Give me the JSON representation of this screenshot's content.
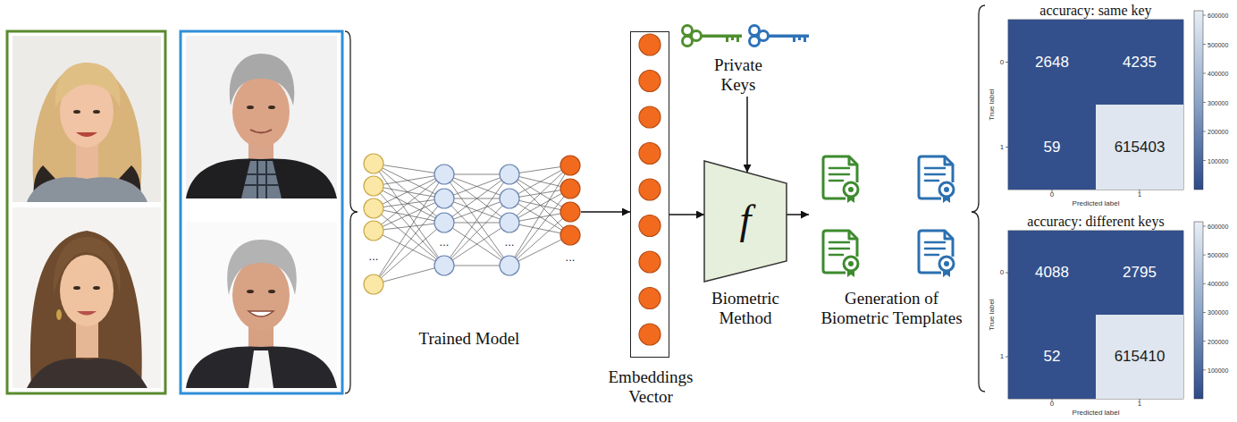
{
  "diagram": {
    "nodes": [
      {
        "text": [
          "Trained Model"
        ]
      },
      {
        "text": [
          "Embeddings Vector"
        ]
      },
      {
        "text": [
          "Private Keys"
        ]
      },
      {
        "text": [
          "f",
          "Biometric Method"
        ]
      },
      {
        "text": [
          "Generation of Biometric Templates"
        ]
      },
      {
        "text": [
          "accuracy: same key"
        ]
      },
      {
        "text": [
          "2648"
        ],
        "in": 5
      },
      {
        "text": [
          "4235"
        ],
        "in": 5
      },
      {
        "text": [
          "59"
        ],
        "in": 5
      },
      {
        "text": [
          "615403"
        ],
        "in": 5
      },
      {
        "text": [
          "accuracy: different keys"
        ]
      },
      {
        "text": [
          "4088"
        ],
        "in": 10
      },
      {
        "text": [
          "2795"
        ],
        "in": 10
      },
      {
        "text": [
          "52"
        ],
        "in": 10
      },
      {
        "text": [
          "615410"
        ],
        "in": 10
      }
    ],
    "edges": [
      {
        "from": 0,
        "to": 1,
        "arrow": "to"
      },
      {
        "from": 1,
        "to": 3,
        "arrow": "to"
      },
      {
        "from": 2,
        "to": 3,
        "arrow": "to"
      },
      {
        "from": 3,
        "to": 4,
        "arrow": "to"
      }
    ],
    "labels": [
      "...",
      "...",
      "...",
      "...",
      "True label",
      "0",
      "1",
      "0",
      "1",
      "Predicted label",
      "600000",
      "500000",
      "400000",
      "300000",
      "200000",
      "100000",
      "True label",
      "0",
      "1",
      "0",
      "1",
      "Predicted label",
      "600000",
      "500000",
      "400000",
      "300000",
      "200000",
      "100000"
    ]
  }
}
